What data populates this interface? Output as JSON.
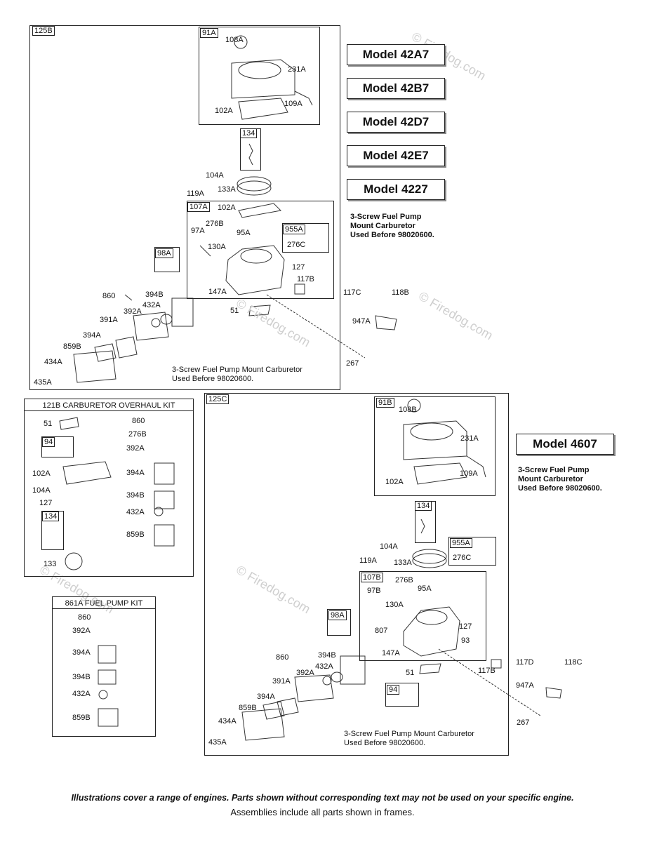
{
  "models": [
    "Model 42A7",
    "Model 42B7",
    "Model 42D7",
    "Model 42E7",
    "Model 4227",
    "Model 4607"
  ],
  "top_note": [
    "3-Screw Fuel Pump",
    "Mount Carburetor",
    "Used Before 98020600."
  ],
  "right_note": [
    "3-Screw Fuel Pump",
    "Mount Carburetor",
    "Used Before 98020600."
  ],
  "frame_125B": {
    "tag": "125B",
    "tag_91A": "91A",
    "tag_107A": "107A",
    "tag_955A": "955A",
    "tag_98A": "98A",
    "tag_134": "134",
    "labels": [
      "108A",
      "231A",
      "109A",
      "102A",
      "104A",
      "119A",
      "133A",
      "102A",
      "276B",
      "97A",
      "95A",
      "130A",
      "276C",
      "127",
      "117B",
      "147A",
      "51",
      "860",
      "394B",
      "432A",
      "392A",
      "391A",
      "394A",
      "859B",
      "434A",
      "435A"
    ],
    "caption": [
      "3-Screw Fuel Pump Mount Carburetor",
      "Used Before 98020600."
    ]
  },
  "outside_labels": [
    "117C",
    "118B",
    "947A",
    "267"
  ],
  "kit_121B": {
    "title": "121B CARBURETOR OVERHAUL KIT",
    "tag_94": "94",
    "tag_134": "134",
    "labels": [
      "51",
      "860",
      "276B",
      "392A",
      "102A",
      "394A",
      "104A",
      "127",
      "394B",
      "432A",
      "859B",
      "133"
    ]
  },
  "kit_861A": {
    "title": "861A FUEL PUMP KIT",
    "labels": [
      "860",
      "392A",
      "394A",
      "394B",
      "432A",
      "859B"
    ]
  },
  "frame_125C": {
    "tag": "125C",
    "tag_91B": "91B",
    "tag_134": "134",
    "tag_955A": "955A",
    "tag_107B": "107B",
    "tag_98A": "98A",
    "tag_94": "94",
    "labels": [
      "108B",
      "231A",
      "109A",
      "102A",
      "104A",
      "119A",
      "133A",
      "276C",
      "276B",
      "97B",
      "95A",
      "130A",
      "127",
      "807",
      "93",
      "147A",
      "51",
      "117B",
      "860",
      "394B",
      "432A",
      "392A",
      "391A",
      "394A",
      "859B",
      "434A",
      "435A"
    ],
    "caption": [
      "3-Screw Fuel Pump Mount Carburetor",
      "Used Before 98020600."
    ]
  },
  "outside_labels_2": [
    "117D",
    "118C",
    "947A",
    "267"
  ],
  "footer": {
    "line1": "Illustrations cover a range of engines. Parts shown without corresponding text may not be used on your specific engine.",
    "line2": "Assemblies include all parts shown in frames."
  },
  "watermark": "© Firedog.com"
}
